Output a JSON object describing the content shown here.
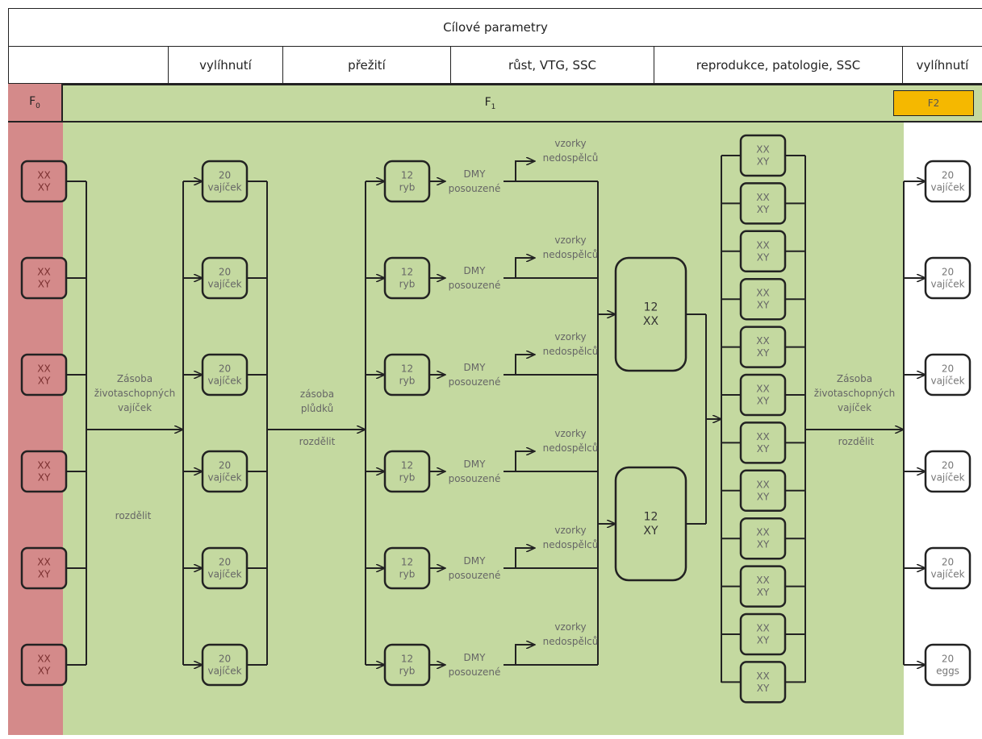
{
  "header": {
    "title": "Cílové parametry",
    "columns": [
      "vylíhnutí",
      "přežití",
      "růst, VTG, SSC",
      "reprodukce, patologie, SSC",
      "vylíhnutí"
    ]
  },
  "generations": {
    "f0": "F",
    "f0_sub": "0",
    "f1": "F",
    "f1_sub": "1",
    "f2": "F2"
  },
  "colors": {
    "f0_bg": "#d48a8a",
    "f1_bg": "#c4d9a0",
    "f2_bg": "#f5b800",
    "line": "#222222"
  },
  "labels": {
    "zasoba_1": [
      "Zásoba",
      "životaschopných",
      "vajíček"
    ],
    "rozdelit_1": "rozdělit",
    "zasoba_2": [
      "zásoba",
      "plůdků"
    ],
    "rozdelit_2": "rozdělit",
    "zasoba_3": [
      "Zásoba",
      "životaschopných",
      "vajíček"
    ],
    "rozdelit_3": "rozdělit"
  },
  "f0_box": [
    "XX",
    "XY"
  ],
  "egg_box": [
    "20",
    "vajíček"
  ],
  "fish_box": [
    "12",
    "ryb"
  ],
  "dmy": [
    "DMY",
    "posouzené"
  ],
  "vzorky": [
    "vzorky",
    "nedospělců"
  ],
  "pool_xx": [
    "12",
    "XX"
  ],
  "pool_xy": [
    "12",
    "XY"
  ],
  "f2_boxes": [
    [
      "20",
      "vajíček"
    ],
    [
      "20",
      "vajíček"
    ],
    [
      "20",
      "vajíček"
    ],
    [
      "20",
      "vajíček"
    ],
    [
      "20",
      "vajíček"
    ],
    [
      "20",
      "eggs"
    ]
  ]
}
